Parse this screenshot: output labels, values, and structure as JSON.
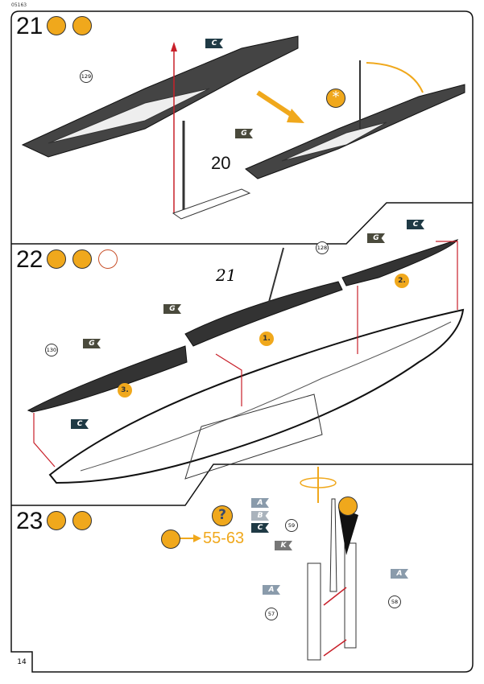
{
  "page": {
    "code": "05163",
    "number": "14"
  },
  "colors": {
    "accent": "#f0a81c",
    "arrow_red": "#c8202a",
    "flag_dark": "#1f3a45",
    "flag_olive": "#4a4a3c",
    "flag_grey": "#8a9bab"
  },
  "steps": [
    {
      "number": "21",
      "icons": [
        "glue-icon",
        "paint-brush-icon"
      ],
      "callouts": [
        "129",
        "20"
      ],
      "flags": [
        "C",
        "G"
      ],
      "special_icon": "asterisk-icon"
    },
    {
      "number": "22",
      "icons": [
        "glue-icon",
        "paint-brush-icon",
        "clock-icon"
      ],
      "callouts": [
        "128",
        "130"
      ],
      "handwritten": "21",
      "flags": [
        "G",
        "C",
        "G",
        "G",
        "C"
      ],
      "order": [
        "1.",
        "2.",
        "3."
      ]
    },
    {
      "number": "23",
      "icons": [
        "glue-icon",
        "paint-brush-icon"
      ],
      "callouts": [
        "59",
        "57",
        "58"
      ],
      "flags": [
        "A",
        "B",
        "C",
        "K",
        "A",
        "A"
      ],
      "reference": "55-63",
      "help_icon": "?"
    }
  ]
}
